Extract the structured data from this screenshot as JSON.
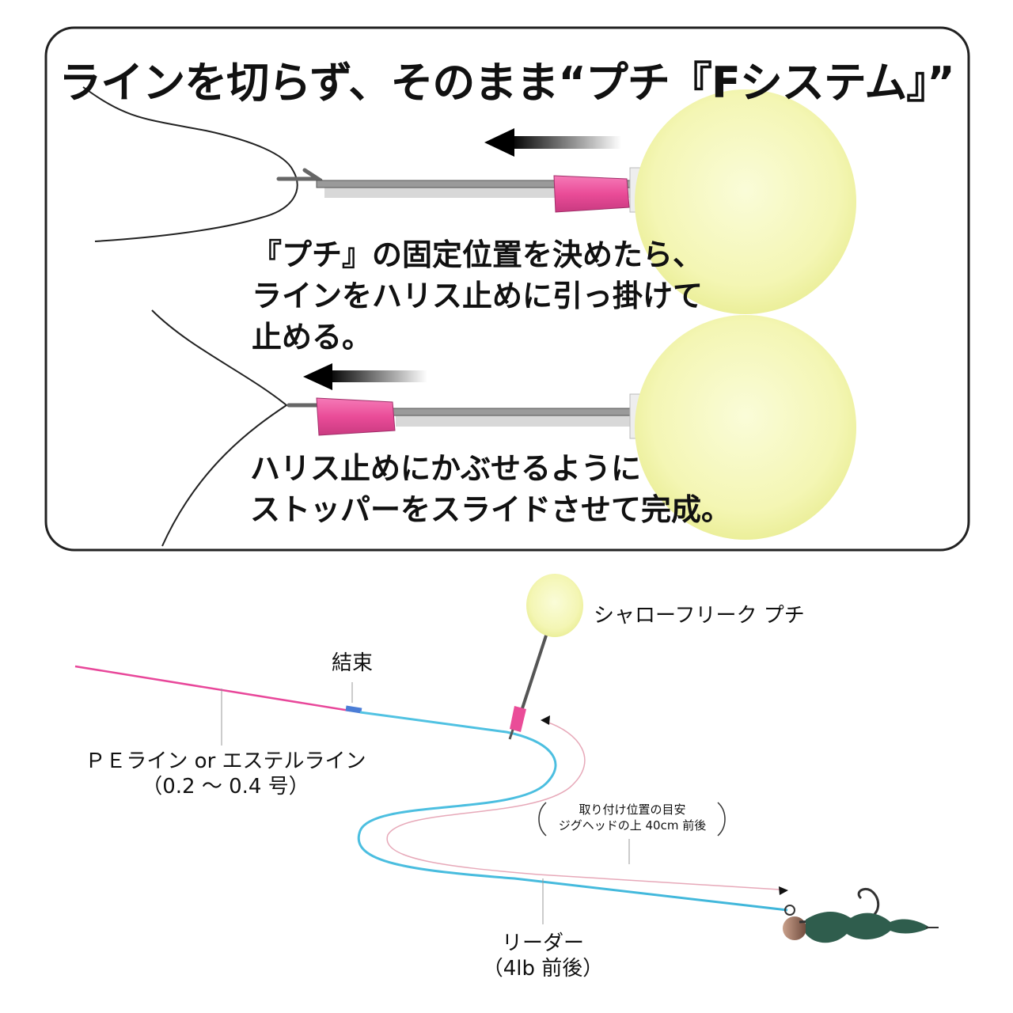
{
  "panel": {
    "title": "ラインを切らず、そのまま“プチ『Fシステム』”",
    "step1": {
      "line1": "『プチ』の固定位置を決めたら、",
      "line2": "ラインをハリス止めに引っ掛けて",
      "line3": "止める。"
    },
    "step2": {
      "line1": "ハリス止めにかぶせるように",
      "line2": "ストッパーをスライドさせて完成。"
    }
  },
  "rig": {
    "float_label": "シャローフリーク プチ",
    "knot_label": "結束",
    "main_line": {
      "line1": "ＰＥライン or エステルライン",
      "line2": "（0.2 ～ 0.4 号）"
    },
    "position_note": {
      "line1": "取り付け位置の目安",
      "line2": "ジグヘッドの上 40cm 前後"
    },
    "leader": {
      "line1": "リーダー",
      "line2": "（4lb 前後）"
    }
  },
  "colors": {
    "main_line": "#e8479a",
    "leader": "#52c3e3",
    "float_body": "#f5f7b5",
    "stopper": "#ea4c98",
    "panel_border": "#222222"
  }
}
